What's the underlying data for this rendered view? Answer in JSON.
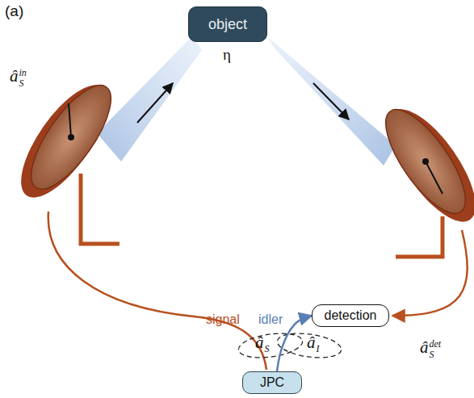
{
  "diagram": {
    "nodes": [
      {
        "text": [
          "object"
        ]
      },
      {
        "text": [
          "detection"
        ]
      },
      {
        "text": [
          "JPC"
        ]
      }
    ],
    "edges": [
      {
        "from": 2,
        "to": 1,
        "arrow": "to",
        "label": "idler"
      }
    ],
    "labels": [
      "(a)",
      "η",
      "âSin",
      "signal",
      "âSdet",
      "âS",
      "âI"
    ]
  }
}
